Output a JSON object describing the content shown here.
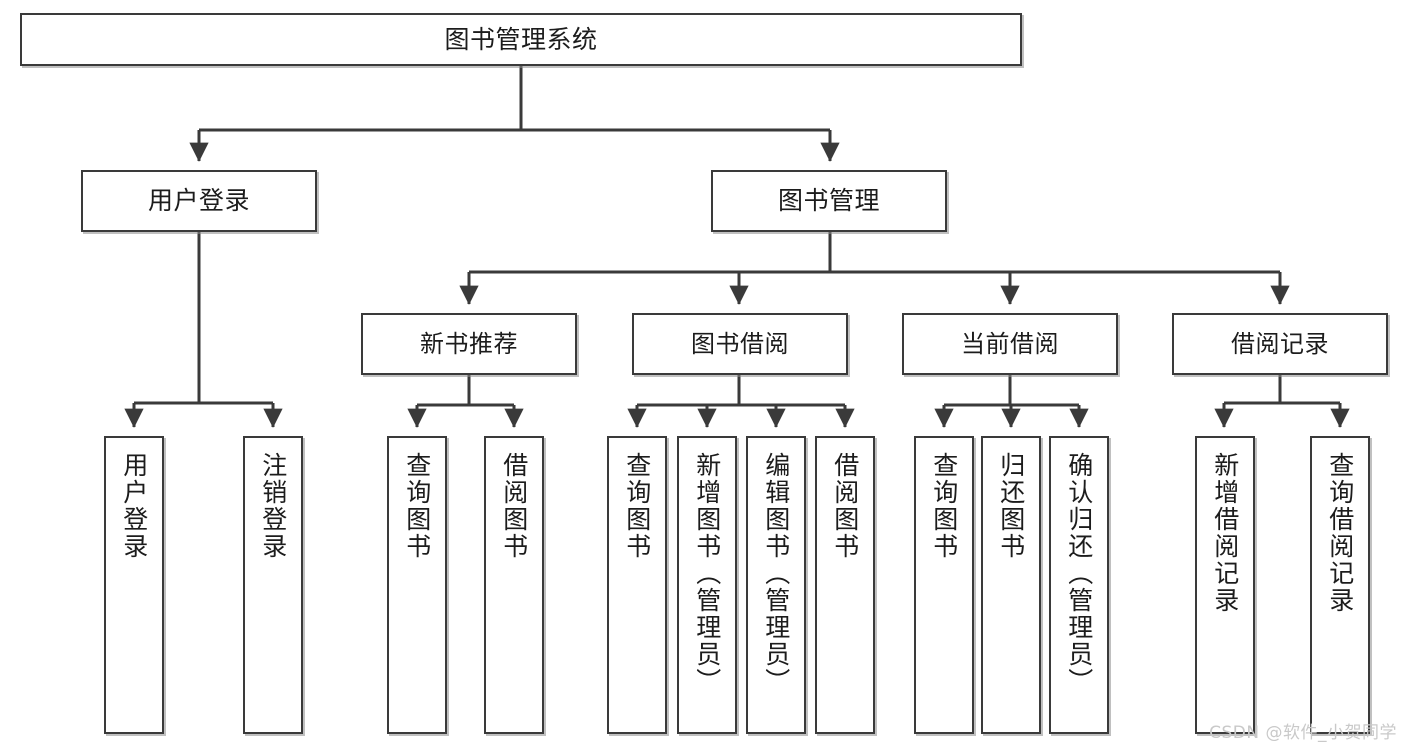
{
  "diagram": {
    "title": "图书管理系统",
    "watermark": "CSDN @软件_小贺同学",
    "stroke_color": "#3a3a3a",
    "shadow_color": "#8c8c8c",
    "background_color": "#ffffff",
    "text_color": "#1c1c1c",
    "watermark_color": "#c9c9c9"
  },
  "nodes": {
    "root": {
      "label": "图书管理系统"
    },
    "level1": [
      {
        "id": "user-login",
        "label": "用户登录"
      },
      {
        "id": "book-manage",
        "label": "图书管理"
      }
    ],
    "level2": [
      {
        "id": "new-book-recommend",
        "label": "新书推荐"
      },
      {
        "id": "book-borrow",
        "label": "图书借阅"
      },
      {
        "id": "current-borrow",
        "label": "当前借阅"
      },
      {
        "id": "borrow-record",
        "label": "借阅记录"
      }
    ],
    "leaves": {
      "user_login": [
        {
          "id": "leaf-user-login",
          "label": "用户登录"
        },
        {
          "id": "leaf-logout",
          "label": "注销登录"
        }
      ],
      "new_book_recommend": [
        {
          "id": "leaf-query-book-1",
          "label": "查询图书"
        },
        {
          "id": "leaf-borrow-book-1",
          "label": "借阅图书"
        }
      ],
      "book_borrow": [
        {
          "id": "leaf-query-book-2",
          "label": "查询图书"
        },
        {
          "id": "leaf-add-book",
          "label": "新增图书（管理员）"
        },
        {
          "id": "leaf-edit-book",
          "label": "编辑图书（管理员）"
        },
        {
          "id": "leaf-borrow-book-2",
          "label": "借阅图书"
        }
      ],
      "current_borrow": [
        {
          "id": "leaf-query-book-3",
          "label": "查询图书"
        },
        {
          "id": "leaf-return-book",
          "label": "归还图书"
        },
        {
          "id": "leaf-confirm-return",
          "label": "确认归还（管理员）"
        }
      ],
      "borrow_record": [
        {
          "id": "leaf-add-record",
          "label": "新增借阅记录"
        },
        {
          "id": "leaf-query-record",
          "label": "查询借阅记录"
        }
      ]
    }
  }
}
